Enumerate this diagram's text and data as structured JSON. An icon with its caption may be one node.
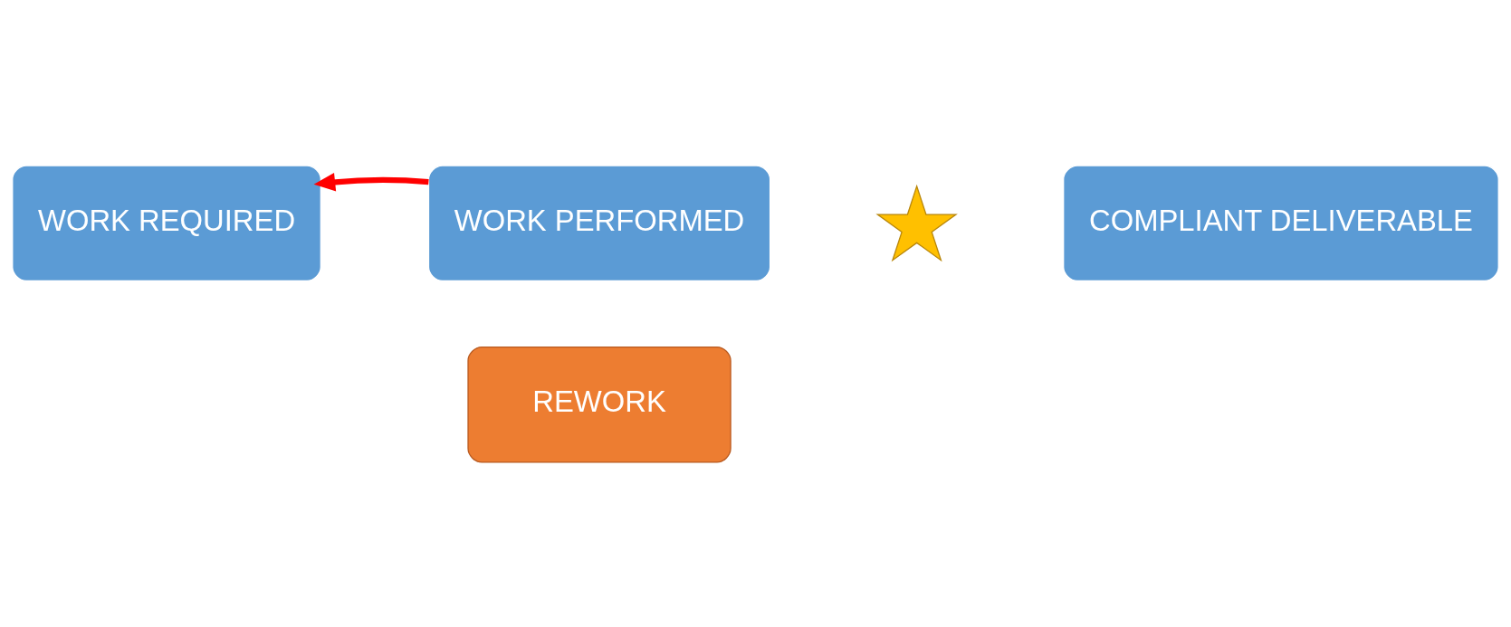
{
  "diagram": {
    "nodes": [
      {
        "text": [
          "WORK REQUIRED"
        ]
      },
      {
        "text": [
          "WORK PERFORMED"
        ]
      },
      {
        "text": [
          "COMPLIANT DELIVERABLE"
        ]
      },
      {
        "text": [
          "REWORK"
        ]
      },
      {
        "text": [],
        "shape": "star"
      }
    ],
    "edges": [
      {
        "from": 1,
        "to": 0,
        "arrow": "to",
        "color": "#ff0000"
      }
    ]
  }
}
